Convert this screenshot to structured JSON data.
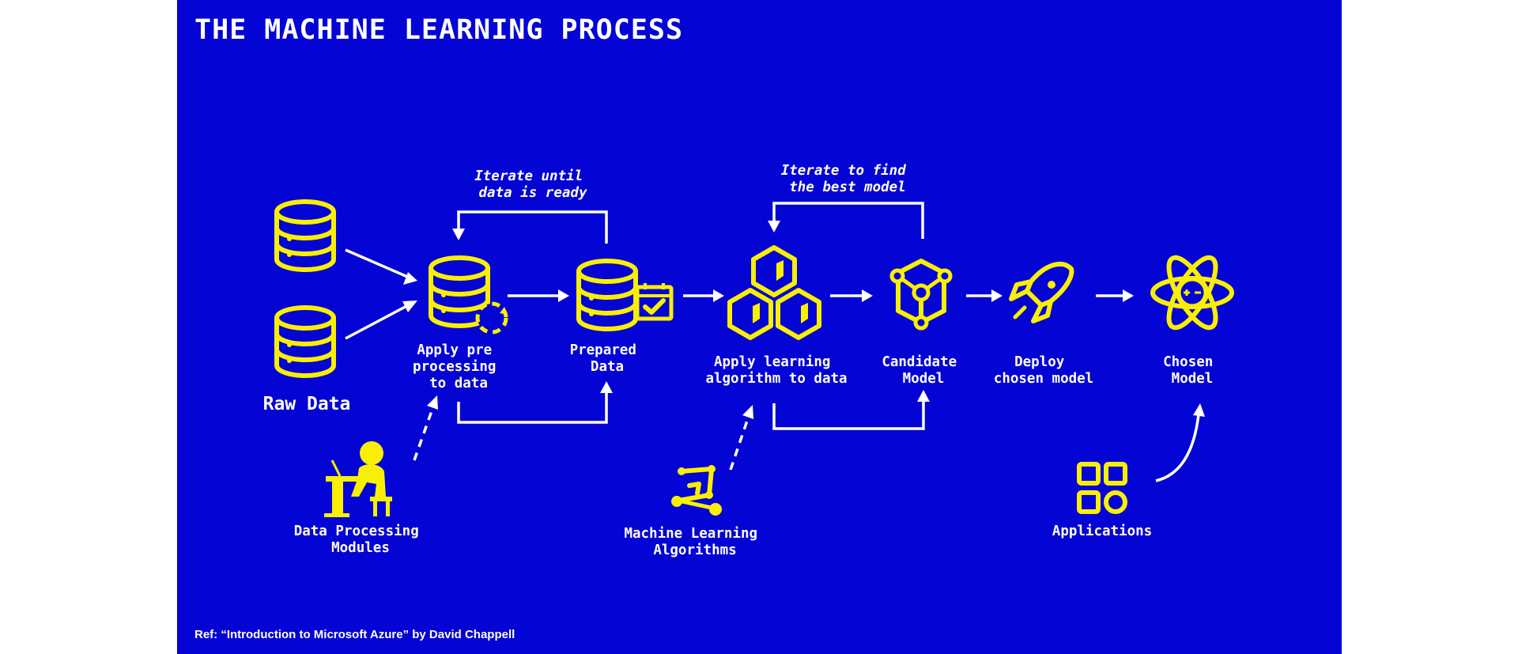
{
  "title": "THE MACHINE LEARNING PROCESS",
  "colors": {
    "background": "#0404d4",
    "icon": "#f8f000",
    "text": "#ffffff"
  },
  "nodes": {
    "raw_data": {
      "label": "Raw Data",
      "icon": "database-icon"
    },
    "preprocess": {
      "label_lines": [
        "Apply pre",
        "processing",
        "to data"
      ],
      "icon": "database-sync-icon"
    },
    "prepared": {
      "label_lines": [
        "Prepared",
        "Data"
      ],
      "icon": "database-calendar-check-icon"
    },
    "learning": {
      "label_lines": [
        "Apply learning",
        "algorithm to data"
      ],
      "icon": "cubes-icon"
    },
    "candidate": {
      "label_lines": [
        "Candidate",
        "Model"
      ],
      "icon": "model-cube-icon"
    },
    "deploy": {
      "label_lines": [
        "Deploy",
        "chosen model"
      ],
      "icon": "rocket-icon"
    },
    "chosen": {
      "label_lines": [
        "Chosen",
        "Model"
      ],
      "icon": "atom-icon"
    }
  },
  "inputs": {
    "data_processing": {
      "label_lines": [
        "Data Processing",
        "Modules"
      ],
      "icon": "person-at-desk-icon"
    },
    "ml_algorithms": {
      "label_lines": [
        "Machine Learning",
        "Algorithms"
      ],
      "icon": "graph-nodes-icon"
    },
    "applications": {
      "label_lines": [
        "Applications"
      ],
      "icon": "apps-grid-icon"
    }
  },
  "loops": {
    "data_loop": {
      "label_lines": [
        "Iterate until",
        "data is ready"
      ]
    },
    "model_loop": {
      "label_lines": [
        "Iterate to find",
        "the best model"
      ]
    }
  },
  "reference": "Ref: “Introduction to Microsoft Azure” by David Chappell"
}
